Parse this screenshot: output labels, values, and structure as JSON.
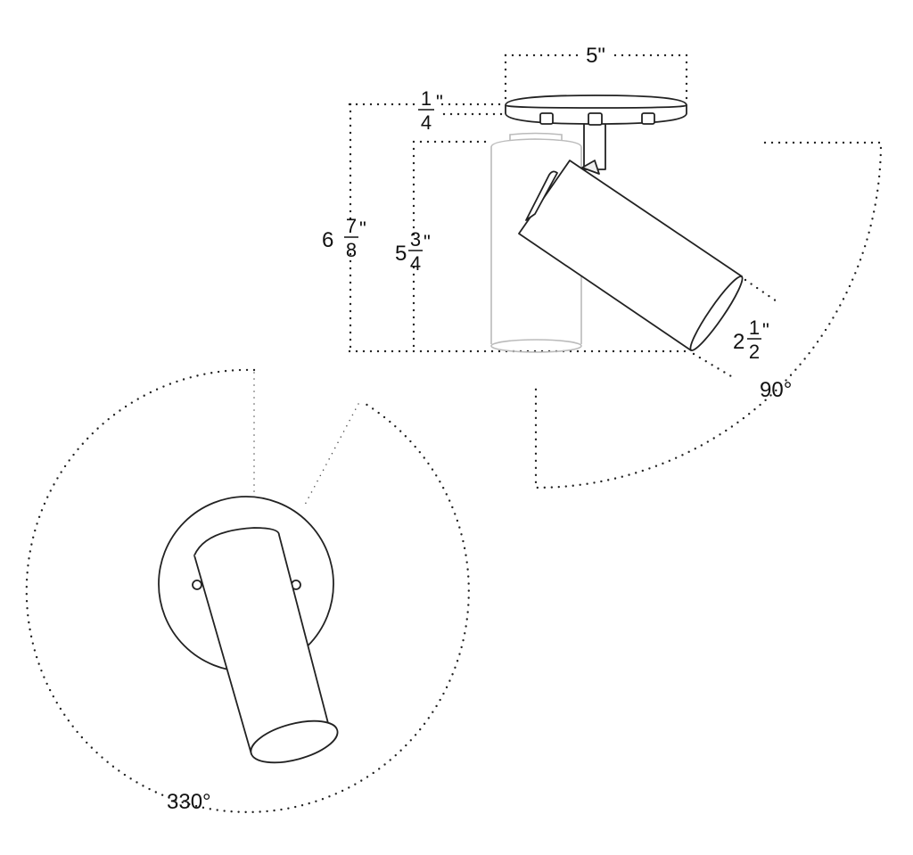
{
  "dimensions": {
    "canopy_width": "5\"",
    "canopy_thickness": {
      "whole": "",
      "num": "1",
      "den": "4",
      "unit": "\""
    },
    "overall_height": {
      "whole": "6",
      "num": "7",
      "den": "8",
      "unit": "\""
    },
    "cylinder_height": {
      "whole": "5",
      "num": "3",
      "den": "4",
      "unit": "\""
    },
    "cylinder_diameter": {
      "whole": "2",
      "num": "1",
      "den": "2",
      "unit": "\""
    }
  },
  "angles": {
    "tilt": "90°",
    "rotation": "330°"
  }
}
